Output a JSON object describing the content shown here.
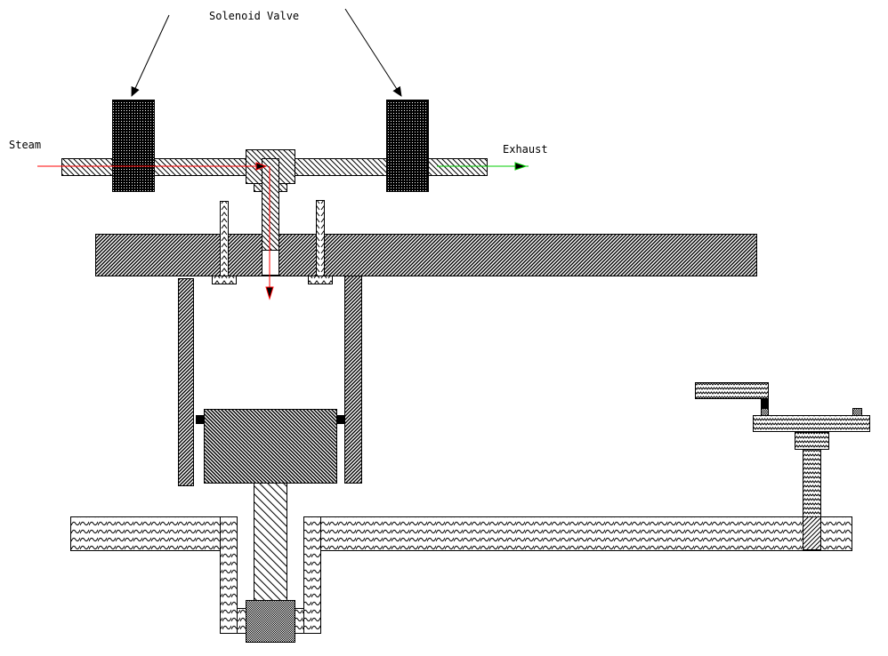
{
  "diagram": {
    "title": "Steam engine with solenoid valves",
    "labels": {
      "solenoid_valve": "Solenoid Valve",
      "steam": "Steam",
      "exhaust": "Exhaust"
    },
    "colors": {
      "steam_flow": "#ff0000",
      "exhaust_flow": "#00cc00",
      "outline": "#000000",
      "background": "#ffffff"
    },
    "components": [
      "solenoid-valve-left",
      "solenoid-valve-right",
      "steam-pipe",
      "valve-spool",
      "cylinder-head",
      "valve-stem-left",
      "valve-stem-right",
      "cylinder-wall-left",
      "cylinder-wall-right",
      "piston",
      "piston-rod",
      "base-frame",
      "crosshead-guide",
      "crosshead",
      "lever-arm",
      "rocker-platform",
      "support-column"
    ]
  }
}
